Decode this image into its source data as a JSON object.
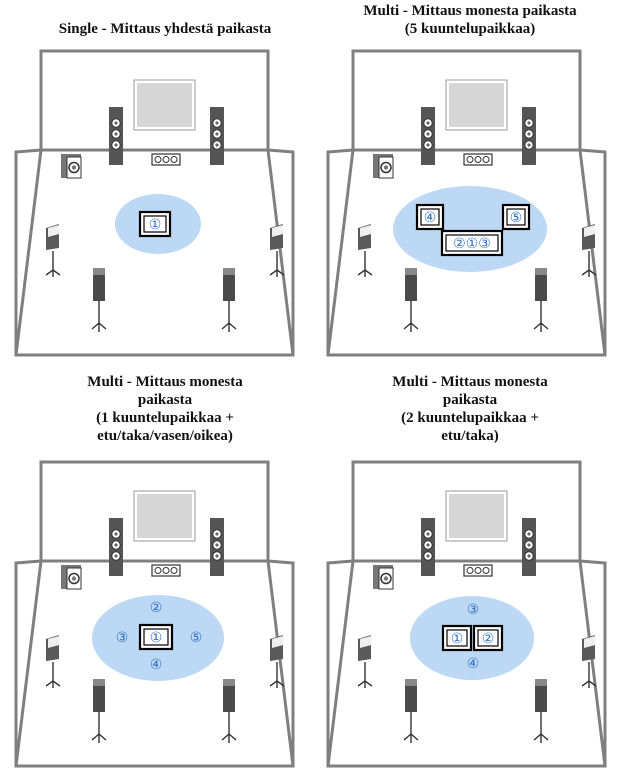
{
  "panels": [
    {
      "id": "single",
      "caption_lines": [
        "Single - Mittaus yhdestä paikasta"
      ],
      "chairs": [
        {
          "label": "①"
        }
      ],
      "markers": []
    },
    {
      "id": "multi-5",
      "caption_lines": [
        "Multi - Mittaus monesta paikasta",
        "(5 kuuntelupaikkaa)"
      ],
      "chairs": [
        {
          "label": "④"
        },
        {
          "label": "⑤"
        },
        {
          "label": "②①③"
        }
      ],
      "markers": []
    },
    {
      "id": "multi-1-plus",
      "caption_lines": [
        "Multi - Mittaus monesta",
        "paikasta",
        "(1 kuuntelupaikkaa +",
        "etu/taka/vasen/oikea)"
      ],
      "chairs": [
        {
          "label": "①"
        }
      ],
      "markers": [
        {
          "label": "②"
        },
        {
          "label": "③"
        },
        {
          "label": "⑤"
        },
        {
          "label": "④"
        }
      ]
    },
    {
      "id": "multi-2-plus",
      "caption_lines": [
        "Multi - Mittaus monesta",
        "paikasta",
        "(2 kuuntelupaikkaa +",
        "etu/taka)"
      ],
      "chairs": [
        {
          "label": "①"
        },
        {
          "label": "②"
        }
      ],
      "markers": [
        {
          "label": "③"
        },
        {
          "label": "④"
        }
      ]
    }
  ],
  "colors": {
    "room_outline": "#7f7f7f",
    "listening_area": "#bcd8f4",
    "marker_blue": "#2f6fc4",
    "speaker_dark": "#555555",
    "tv_fill": "#d6d6d6"
  }
}
